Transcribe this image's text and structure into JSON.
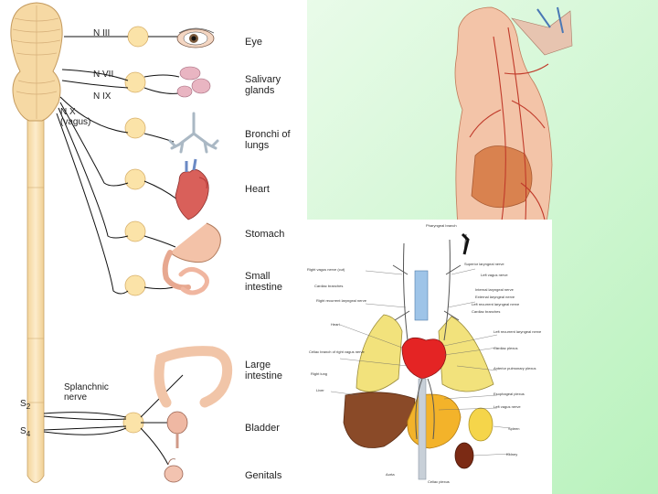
{
  "cranial_nerves": {
    "n3": "N III",
    "n7": "N VII",
    "n9": "N IX",
    "n10": "N X\n(vagus)"
  },
  "splanchnic_label": "Splanchnic\nnerve",
  "sacral": {
    "s2": "S",
    "s2_sub": "2",
    "s4": "S",
    "s4_sub": "4"
  },
  "organs": {
    "eye": "Eye",
    "salivary": "Salivary\nglands",
    "bronchi": "Bronchi of\nlungs",
    "heart": "Heart",
    "stomach": "Stomach",
    "small_intestine": "Small\nintestine",
    "large_intestine": "Large\nintestine",
    "bladder": "Bladder",
    "genitals": "Genitals"
  },
  "vagus_diagram_labels": [
    "Pharyngeal branch",
    "Right vagus nerve (cut)",
    "Superior laryngeal nerve",
    "Left vagus nerve",
    "Cardiac branches",
    "Internal laryngeal nerve",
    "External laryngeal nerve",
    "Right recurrent laryngeal nerve",
    "Left recurrent laryngeal nerve",
    "Cardiac branches",
    "Heart",
    "Left recurrent laryngeal nerve",
    "Cardiac plexus",
    "Celiac branch of right vagus nerve",
    "Anterior pulmonary plexus",
    "Right lung",
    "Esophageal plexus",
    "Liver",
    "Left vagus nerve",
    "Spleen",
    "Kidney",
    "Aorta",
    "Celiac plexus"
  ]
}
